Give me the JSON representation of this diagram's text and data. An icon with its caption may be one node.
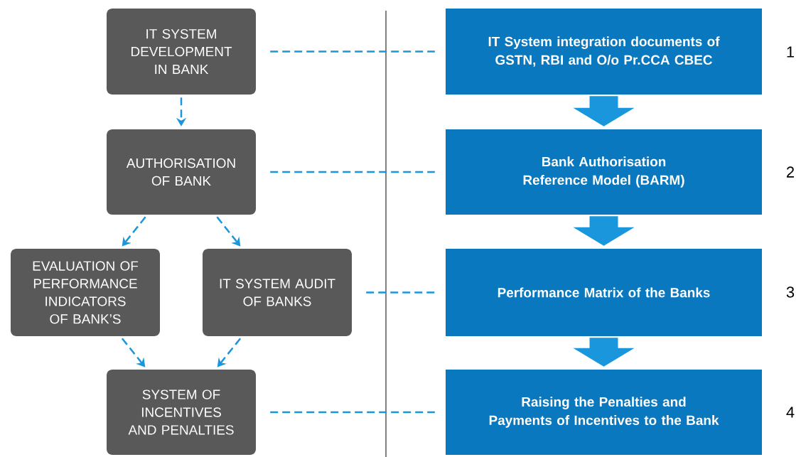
{
  "diagram": {
    "nodes": [
      {
        "text": [
          "IT SYSTEM DEVELOPMENT IN BANK"
        ]
      },
      {
        "text": [
          "AUTHORISATION OF BANK"
        ]
      },
      {
        "text": [
          "EVALUATION OF PERFORMANCE INDICATORS OF BANK’S"
        ]
      },
      {
        "text": [
          "IT SYSTEM AUDIT OF BANKS"
        ]
      },
      {
        "text": [
          "SYSTEM OF INCENTIVES AND PENALTIES"
        ]
      },
      {
        "text": [
          "IT System integration documents of GSTN, RBI and O/o Pr.CCA CBEC"
        ]
      },
      {
        "text": [
          "Bank Authorisation Reference Model (BARM)"
        ]
      },
      {
        "text": [
          "Performance Matrix of the Banks"
        ]
      },
      {
        "text": [
          "Raising the Penalties and Payments of Incentives to the Bank"
        ]
      }
    ],
    "edges": [
      {
        "from": 0,
        "to": 1,
        "arrow": "to",
        "style": "dashed"
      },
      {
        "from": 1,
        "to": 2,
        "arrow": "to",
        "style": "dashed"
      },
      {
        "from": 1,
        "to": 3,
        "arrow": "to",
        "style": "dashed"
      },
      {
        "from": 2,
        "to": 4,
        "arrow": "to",
        "style": "dashed"
      },
      {
        "from": 3,
        "to": 4,
        "arrow": "to",
        "style": "dashed"
      },
      {
        "from": 0,
        "to": 5,
        "arrow": "none",
        "style": "dashed"
      },
      {
        "from": 1,
        "to": 6,
        "arrow": "none",
        "style": "dashed"
      },
      {
        "from": 3,
        "to": 7,
        "arrow": "none",
        "style": "dashed"
      },
      {
        "from": 4,
        "to": 8,
        "arrow": "none",
        "style": "dashed"
      },
      {
        "from": 5,
        "to": 6,
        "arrow": "to",
        "style": "thick"
      },
      {
        "from": 6,
        "to": 7,
        "arrow": "to",
        "style": "thick"
      },
      {
        "from": 7,
        "to": 8,
        "arrow": "to",
        "style": "thick"
      }
    ],
    "labels": [
      "1",
      "2",
      "3",
      "4"
    ]
  }
}
